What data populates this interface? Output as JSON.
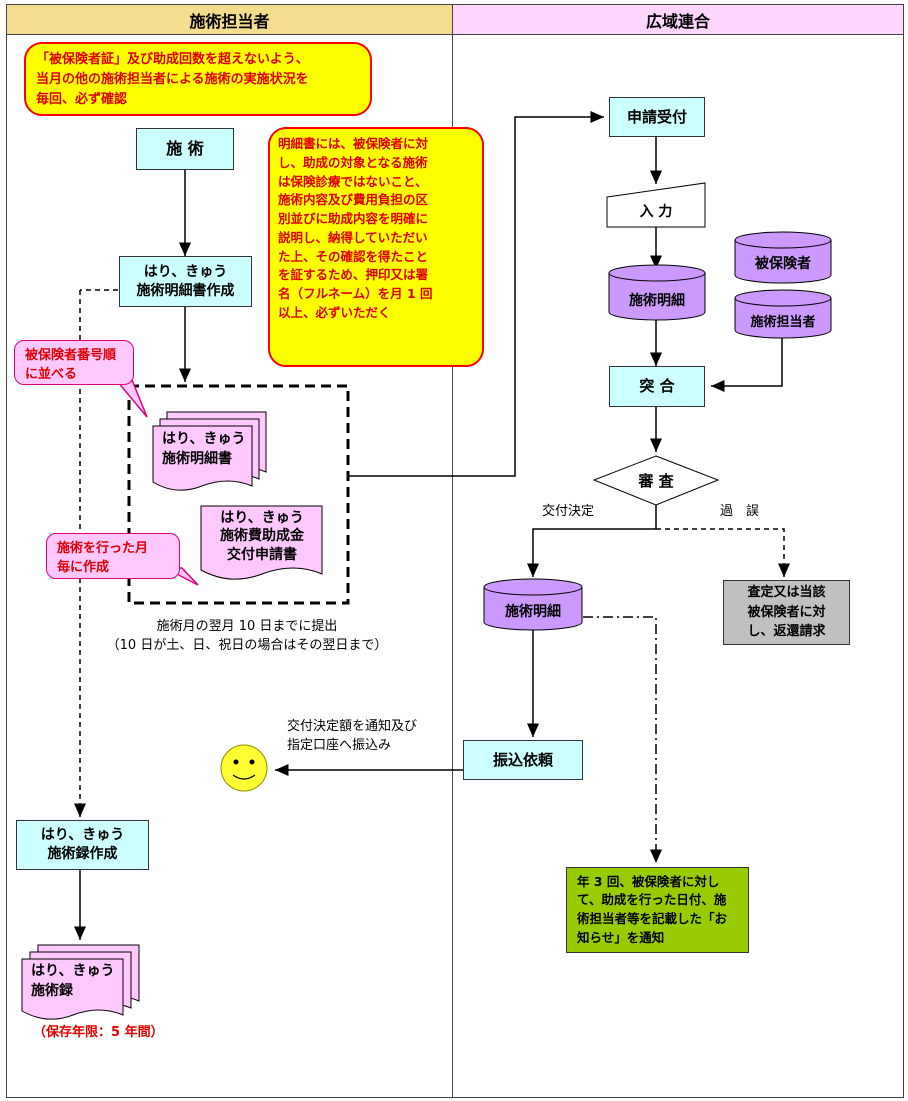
{
  "headers": {
    "left": "施術担当者",
    "right": "広域連合"
  },
  "notes": {
    "confirm": "「被保険者証」及び助成回数を超えないよう、\n当月の他の施術担当者による施術の実施状況を\n毎回、必ず確認",
    "explain": "明細書には、被保険者に対\nし、助成の対象となる施術\nは保険診療ではないこと、\n施術内容及び費用負担の区\n別並びに助成内容を明確に\n説明し、納得していただい\nた上、その確認を得たこと\nを証するため、押印又は署\n名（フルネーム）を月 1 回\n以上、必ずいただく"
  },
  "callouts": {
    "order": "被保険者番号順\nに並べる",
    "monthly": "施術を行った月\n毎に作成"
  },
  "left": {
    "treatment": "施 術",
    "statement_create": "はり、きゅう\n施術明細書作成",
    "statement_doc": "はり、きゅう\n施術明細書",
    "application_doc": "はり、きゅう\n施術費助成金\n交付申請書",
    "deadline": "施術月の翌月 10 日までに提出\n（10 日が土、日、祝日の場合はその翌日まで）",
    "transfer_note": "交付決定額を通知及び\n指定口座へ振込み",
    "record_create": "はり、きゅう\n施術録作成",
    "record_doc": "はり、きゅう\n施術録",
    "retention": "（保存年限：5 年間）"
  },
  "right": {
    "receive": "申請受付",
    "input": "入 力",
    "insured_db": "被保険者",
    "practitioner_db": "施術担当者",
    "statement_db": "施術明細",
    "match": "突 合",
    "review": "審 査",
    "approve_label": "交付決定",
    "error_label": "過　誤",
    "error_action": "査定又は当該\n被保険者に対\nし、返還請求",
    "statement_db2": "施術明細",
    "transfer": "振込依頼",
    "notice": "年 3 回、被保険者に対して、助成を行った日付、施術担当者等を記載した「お知らせ」を通知"
  },
  "colors": {
    "process": "#ccffff",
    "data": "#cc99ff",
    "doc": "#ffc8ff",
    "note_bg": "#ffff00",
    "note_text": "#e00000",
    "green": "#99cc00",
    "gray": "#c0c0c0"
  },
  "icons": {
    "smiley": "smiley-face-icon"
  }
}
